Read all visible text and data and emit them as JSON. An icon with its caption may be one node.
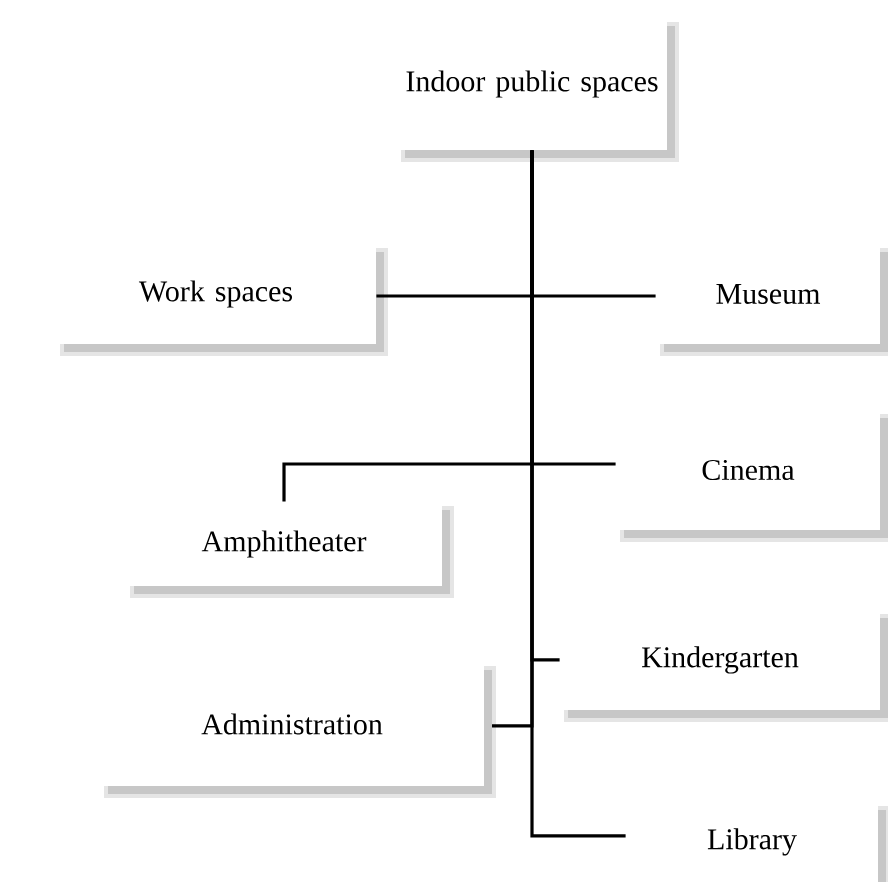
{
  "diagram": {
    "nodes": [
      {
        "text": [
          "Indoor public spaces"
        ]
      },
      {
        "text": [
          "Work spaces"
        ]
      },
      {
        "text": [
          "Museum"
        ]
      },
      {
        "text": [
          "Cinema"
        ]
      },
      {
        "text": [
          "Amphitheater"
        ]
      },
      {
        "text": [
          "Kindergarten"
        ]
      },
      {
        "text": [
          "Administration"
        ]
      },
      {
        "text": [
          "Library"
        ]
      }
    ],
    "edges": [
      {
        "from": 0,
        "to": 1,
        "arrow": "none"
      },
      {
        "from": 0,
        "to": 2,
        "arrow": "none"
      },
      {
        "from": 0,
        "to": 3,
        "arrow": "none"
      },
      {
        "from": 0,
        "to": 4,
        "arrow": "none"
      },
      {
        "from": 0,
        "to": 5,
        "arrow": "none"
      },
      {
        "from": 0,
        "to": 6,
        "arrow": "none"
      },
      {
        "from": 0,
        "to": 7,
        "arrow": "none"
      }
    ]
  }
}
